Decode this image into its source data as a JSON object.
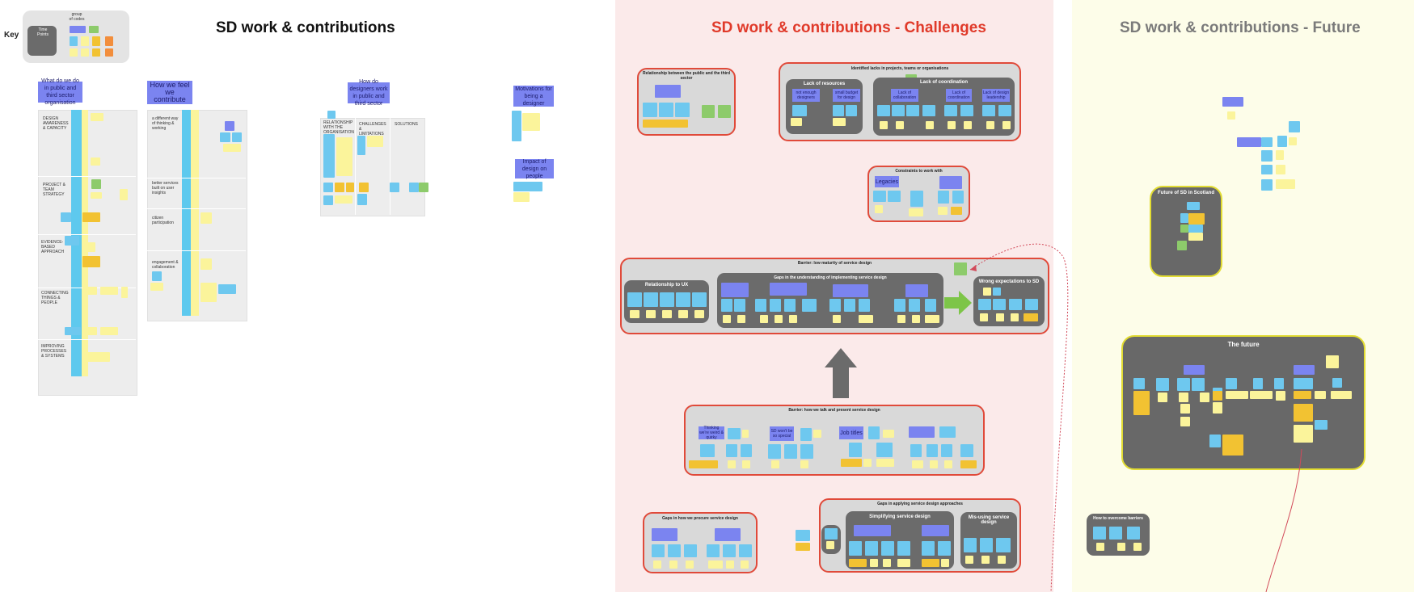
{
  "titles": {
    "main": "SD work & contributions",
    "challenges": "SD work & contributions - Challenges",
    "future": "SD work & contributions - Future"
  },
  "colors": {
    "challenges_title": "#e03a2a",
    "future_title": "#7a7a7a",
    "main_title": "#111111",
    "challenges_bg": "#fbeaea",
    "future_bg": "#fdfde9",
    "cluster_border_red": "#e04a3a",
    "cluster_border_yellow": "#e2dc32",
    "sticky_blue": "#6ec8ef",
    "sticky_purple": "#7b84f0",
    "sticky_yellow": "#fbf49b",
    "sticky_green": "#8dcb6b"
  },
  "key": {
    "label": "Key",
    "group_caption": "group\nof codes",
    "item": "Time\nPoints"
  },
  "columns": {
    "what_we_do": "What do we do in public and third sector organisation",
    "how_we_feel": "How we feel we contribute",
    "how_designers_work": "How do designers work in public and third sector",
    "motivations": "Motivations for being a designer",
    "impact": "Impact of design on people"
  },
  "sections_left": [
    "DESIGN AWARENESS & CAPACITY",
    "PROJECT & TEAM STRATEGY",
    "EVIDENCE-BASED APPROACH",
    "CONNECTING THINGS & PEOPLE",
    "IMPROVING PROCESSES & SYSTEMS"
  ],
  "sections_feel": [
    "a different way of thinking & working",
    "better services built on user insights",
    "citizen participation",
    "engagement & collaboration"
  ],
  "designer_columns": [
    "RELATIONSHIP WITH THE ORGANISATION",
    "CHALLENGES & LIMITATIONS",
    "SOLUTIONS"
  ],
  "clusters": {
    "public_third": "Relationship between the public and the third sector",
    "lacks": "Identified lacks in projects, teams or organisations",
    "lack_resources": "Lack of resources",
    "lack_coordination": "Lack of coordination",
    "not_enough": "not enough designers",
    "small_budget": "small budget for design",
    "lack_collab": "Lack of collaboration",
    "lack_coord2": "Lack of coordination",
    "lack_leadership": "Lack of design leadership",
    "constraints": "Constraints to work with",
    "legacies": "Legacies",
    "barrier_maturity": "Barrier: low maturity of service design",
    "rel_ux": "Relationship to UX",
    "gaps_understanding": "Gaps in the understanding of implementing service design",
    "wrong_expectations": "Wrong expectations to SD",
    "barrier_talk": "Barrier: how we talk and present service design",
    "talking_weird": "Thinking we're weird & quirky",
    "sd_special": "SD won't be so special",
    "job_titles": "Job titles",
    "gaps_procure": "Gaps in how we procure service design",
    "gaps_applying": "Gaps in applying service design approaches",
    "simplifying": "Simplifying service design",
    "misusing": "Mis-using service design",
    "future_scotland": "Future of SD in Scotland",
    "the_future": "The future",
    "overcome": "How to overcome barriers"
  }
}
